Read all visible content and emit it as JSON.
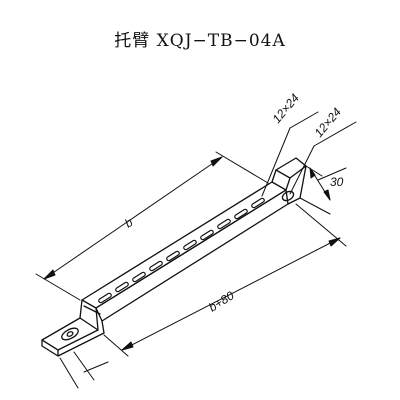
{
  "title": "托臂 XQJ−TB−04A",
  "dimensions": {
    "slot_top": "12×24",
    "slot_tab": "12×24",
    "tab_offset": "30",
    "length_b": "b",
    "length_b80": "b+80"
  },
  "colors": {
    "line": "#111111",
    "background": "#ffffff"
  }
}
